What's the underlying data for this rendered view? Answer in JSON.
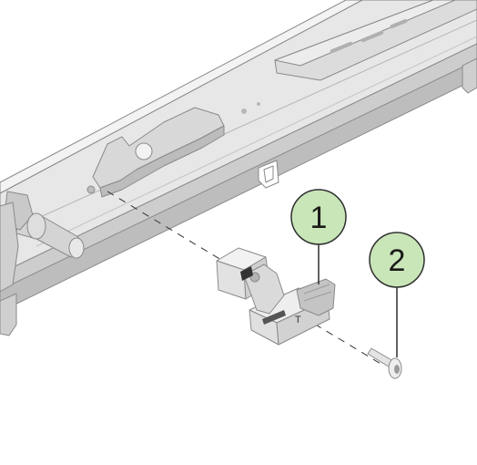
{
  "diagram": {
    "callouts": [
      {
        "label": "1",
        "part": "bracket-clip"
      },
      {
        "label": "2",
        "part": "screw"
      }
    ],
    "colors": {
      "callout_fill": "#c9e6b8",
      "callout_stroke": "#2f2f2f",
      "part_light": "#e9e9e9",
      "part_mid": "#cfcfcf",
      "part_dark": "#9e9e9e",
      "outline": "#8a8a8a",
      "dashed_line": "#333333"
    }
  }
}
